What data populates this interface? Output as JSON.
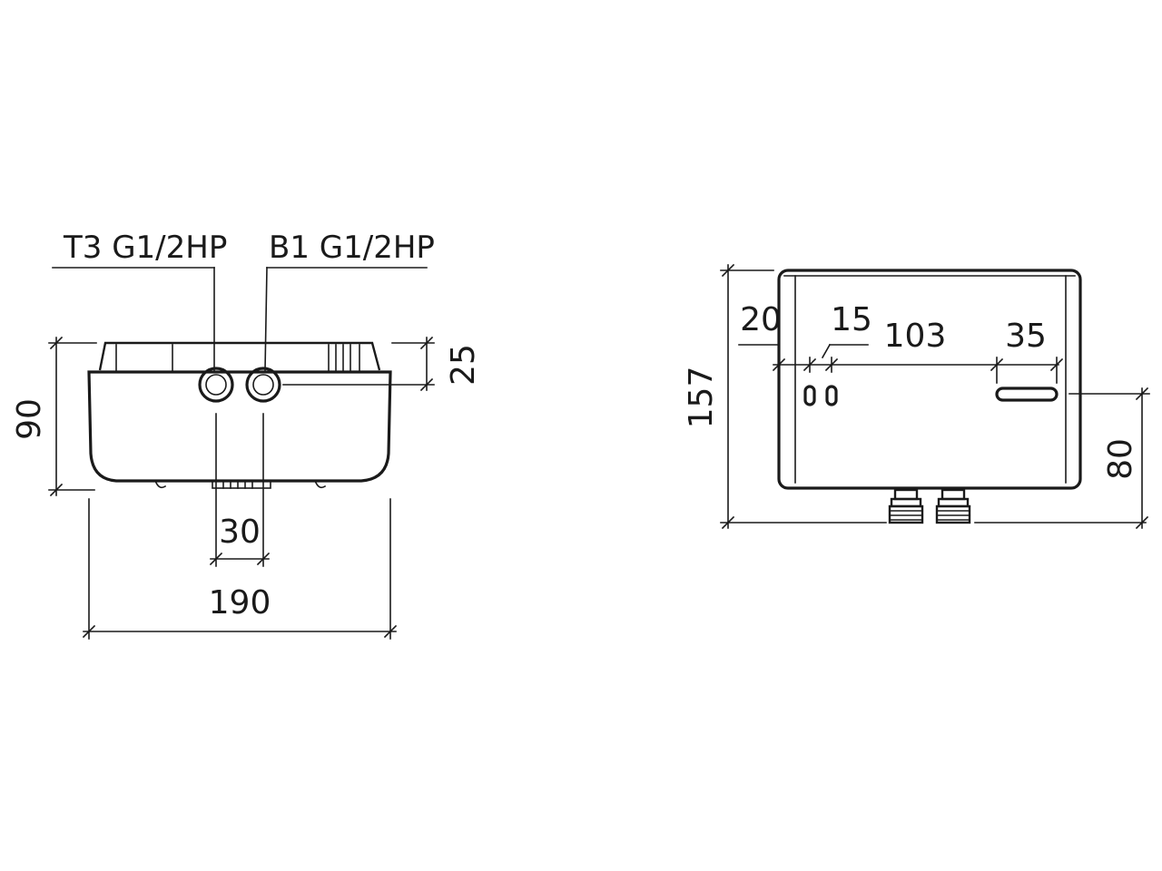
{
  "front_view": {
    "connection_left_label": "T3 G1/2HP",
    "connection_right_label": "B1 G1/2HP",
    "dim_height": "90",
    "dim_top_offset": "25",
    "dim_connector_spacing": "30",
    "dim_width": "190"
  },
  "side_view": {
    "dim_height": "157",
    "dim_edge": "20",
    "dim_hole_spacing": "15",
    "dim_span": "103",
    "dim_slot": "35",
    "dim_slot_height": "80"
  }
}
